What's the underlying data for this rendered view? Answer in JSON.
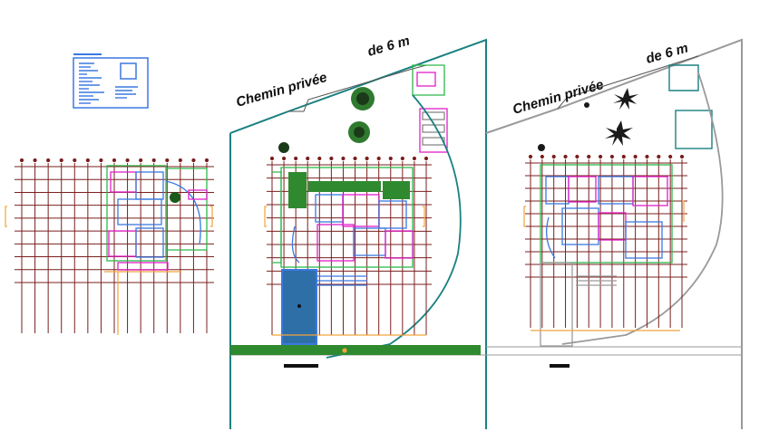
{
  "labels": {
    "left_road_name": "Chemin privée",
    "left_road_width": "de 6 m",
    "right_road_name": "Chemin privée",
    "right_road_width": "de 6 m"
  },
  "colors": {
    "grid_red": "#7a1f1f",
    "dim_orange": "#f2a33a",
    "wall_magenta": "#e020c8",
    "wall_blue": "#3a78e0",
    "green": "#2db84a",
    "teal": "#1a8080",
    "gray": "#9a9a9a",
    "dark_green": "#2f7a2f",
    "pool_blue": "#2f6fa8"
  }
}
